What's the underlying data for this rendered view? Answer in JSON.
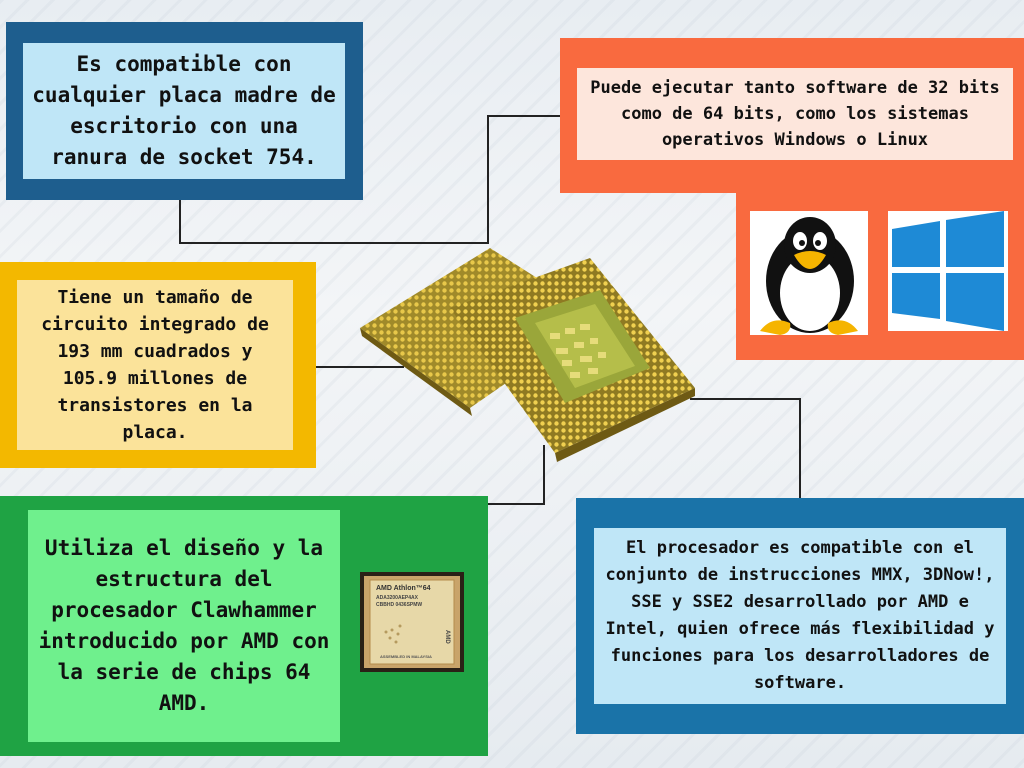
{
  "boxes": {
    "socket": {
      "text": "Es compatible con cualquier placa madre de escritorio con una ranura de socket 754."
    },
    "software": {
      "text": "Puede ejecutar tanto software de 32 bits como de 64 bits, como los sistemas operativos Windows o Linux"
    },
    "size": {
      "text": "Tiene un tamaño de circuito integrado de 193 mm cuadrados y 105.9 millones de transistores en la placa."
    },
    "design": {
      "text": "Utiliza el diseño y la estructura del procesador Clawhammer introducido por AMD con la serie de chips 64 AMD."
    },
    "isa": {
      "text": "El procesador es compatible con el conjunto de instrucciones MMX, 3DNow!, SSE y SSE2 desarrollado por AMD e Intel, quien ofrece más flexibilidad y funciones para los desarrolladores de software."
    }
  },
  "chip_label": {
    "line1": "AMD Athlon™64",
    "line2": "ADA3200AEP4AX",
    "line3": "CBBHD 0436SPMW",
    "line4": "AMD",
    "line5": "ASSEMBLED IN MALAYSIA"
  },
  "icons": {
    "tux": "tux-penguin-icon",
    "windows": "windows-logo-icon",
    "cpu": "cpu-processor-icon"
  },
  "colors": {
    "blue_dark": "#1e5e8e",
    "orange": "#f96a3f",
    "yellow": "#f3b800",
    "green": "#1fa344",
    "blue": "#1a73a8"
  }
}
